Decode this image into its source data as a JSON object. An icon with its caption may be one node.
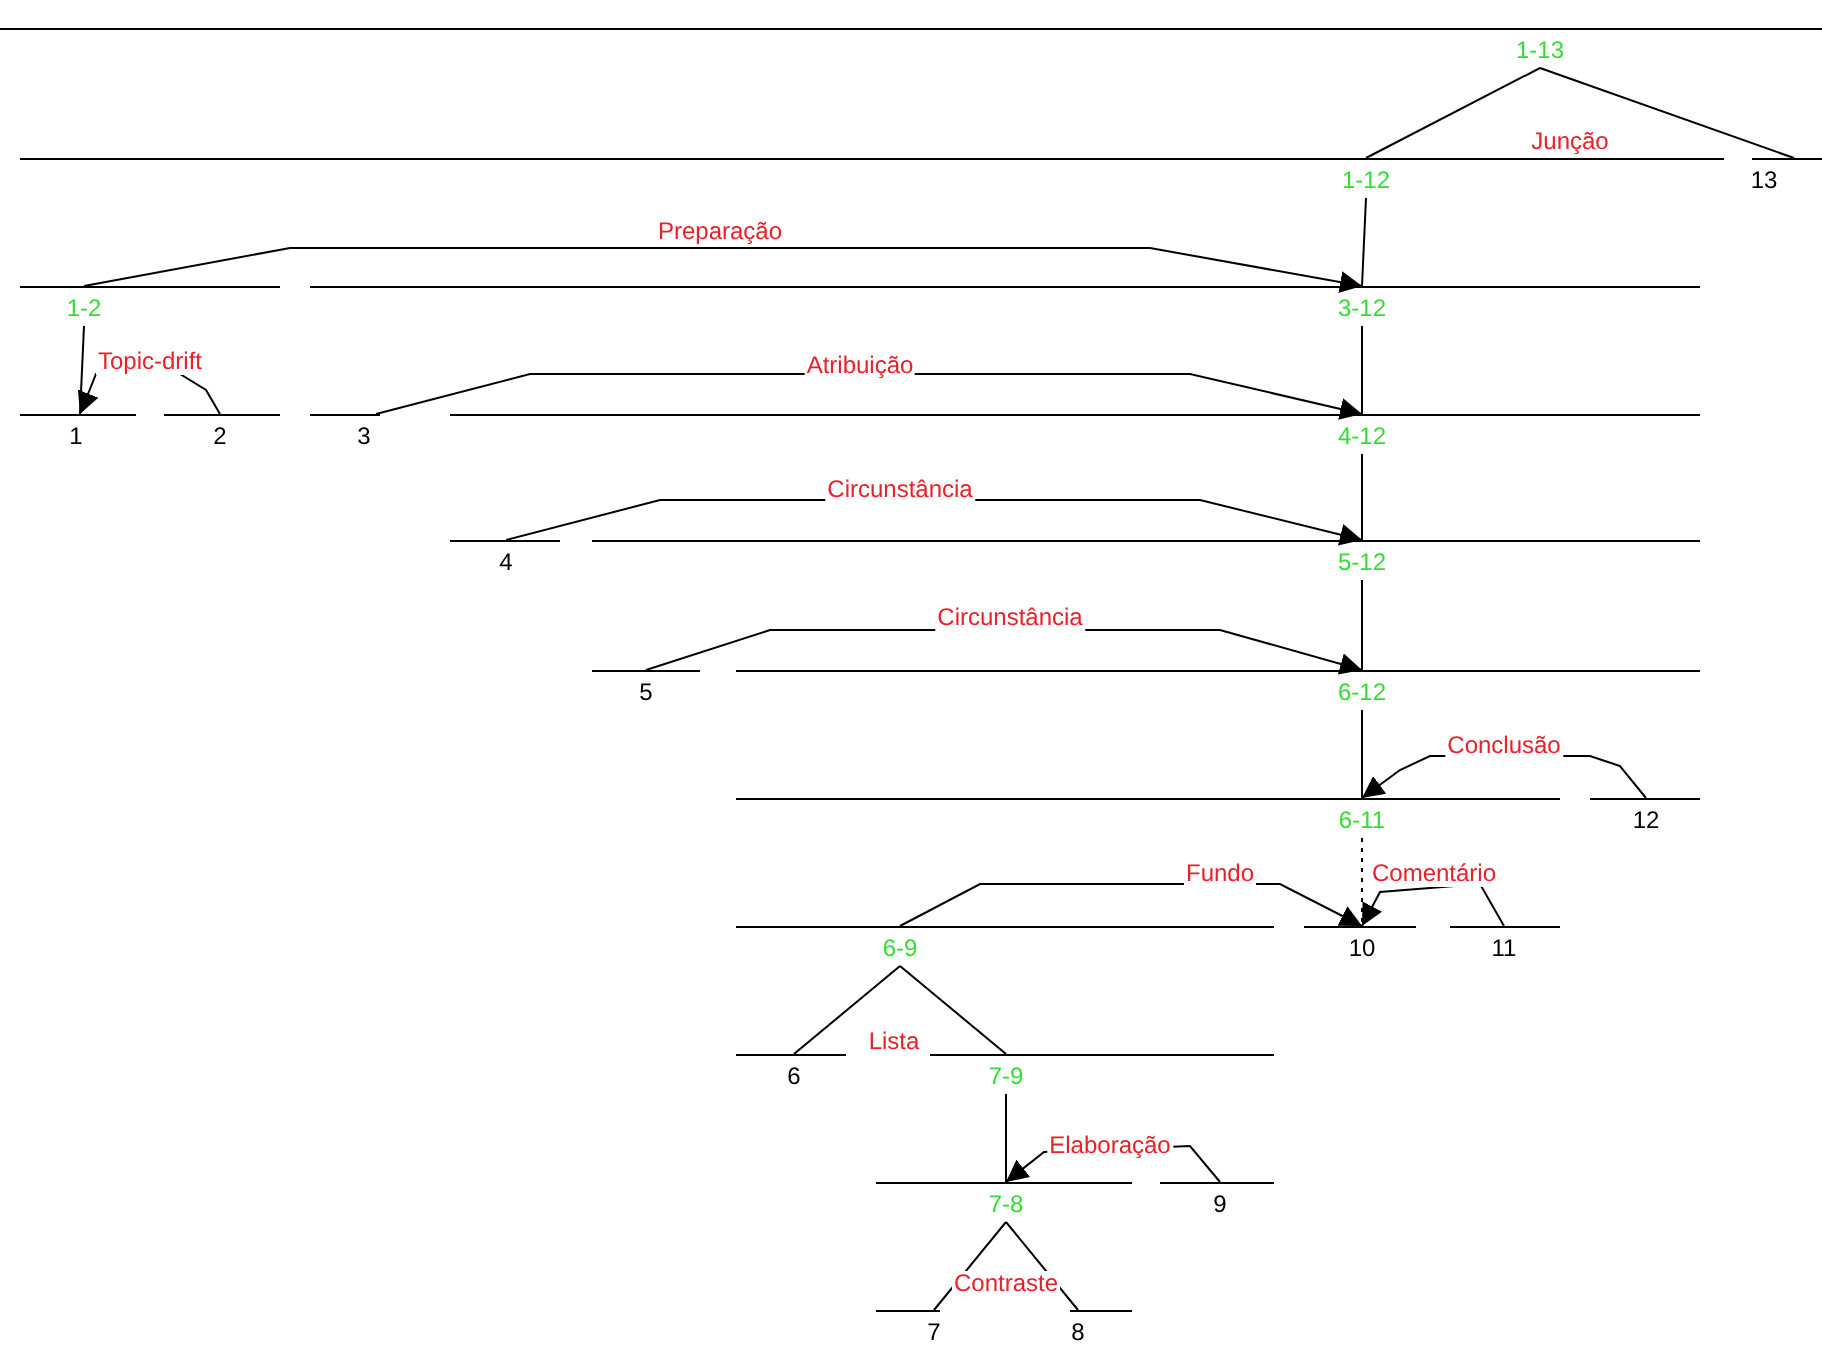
{
  "diagram": {
    "nodes": [
      {
        "text": [
          "1-13"
        ]
      },
      {
        "text": [
          "1-12"
        ]
      },
      {
        "text": [
          "13"
        ]
      },
      {
        "text": [
          "1-2"
        ]
      },
      {
        "text": [
          "3-12"
        ]
      },
      {
        "text": [
          "1"
        ]
      },
      {
        "text": [
          "2"
        ]
      },
      {
        "text": [
          "3"
        ]
      },
      {
        "text": [
          "4-12"
        ]
      },
      {
        "text": [
          "4"
        ]
      },
      {
        "text": [
          "5-12"
        ]
      },
      {
        "text": [
          "5"
        ]
      },
      {
        "text": [
          "6-12"
        ]
      },
      {
        "text": [
          "6-11"
        ]
      },
      {
        "text": [
          "12"
        ]
      },
      {
        "text": [
          "10"
        ]
      },
      {
        "text": [
          "11"
        ]
      },
      {
        "text": [
          "6-9"
        ]
      },
      {
        "text": [
          "6"
        ]
      },
      {
        "text": [
          "7-9"
        ]
      },
      {
        "text": [
          "7-8"
        ]
      },
      {
        "text": [
          "9"
        ]
      },
      {
        "text": [
          "7"
        ]
      },
      {
        "text": [
          "8"
        ]
      }
    ],
    "edges": [
      {
        "from": 0,
        "to": 1,
        "arrow": "none"
      },
      {
        "from": 0,
        "to": 2,
        "arrow": "none",
        "label": "Junção"
      },
      {
        "from": 3,
        "to": 4,
        "arrow": "to",
        "label": "Preparação"
      },
      {
        "from": 1,
        "to": 4,
        "arrow": "none"
      },
      {
        "from": 3,
        "to": 5,
        "arrow": "none"
      },
      {
        "from": 6,
        "to": 5,
        "arrow": "to",
        "label": "Topic-drift"
      },
      {
        "from": 7,
        "to": 8,
        "arrow": "to",
        "label": "Atribuição"
      },
      {
        "from": 4,
        "to": 8,
        "arrow": "none"
      },
      {
        "from": 9,
        "to": 10,
        "arrow": "to",
        "label": "Circunstância"
      },
      {
        "from": 8,
        "to": 10,
        "arrow": "none"
      },
      {
        "from": 11,
        "to": 12,
        "arrow": "to",
        "label": "Circunstância"
      },
      {
        "from": 10,
        "to": 12,
        "arrow": "none"
      },
      {
        "from": 14,
        "to": 13,
        "arrow": "to",
        "label": "Conclusão"
      },
      {
        "from": 12,
        "to": 13,
        "arrow": "none"
      },
      {
        "from": 17,
        "to": 15,
        "arrow": "to",
        "label": "Fundo"
      },
      {
        "from": 13,
        "to": 15,
        "arrow": "none",
        "style": "dashed"
      },
      {
        "from": 16,
        "to": 15,
        "arrow": "to",
        "label": "Comentário"
      },
      {
        "from": 17,
        "to": 18,
        "arrow": "none"
      },
      {
        "from": 17,
        "to": 19,
        "arrow": "none",
        "label": "Lista"
      },
      {
        "from": 21,
        "to": 20,
        "arrow": "to",
        "label": "Elaboração"
      },
      {
        "from": 19,
        "to": 20,
        "arrow": "none"
      },
      {
        "from": 20,
        "to": 22,
        "arrow": "none"
      },
      {
        "from": 20,
        "to": 23,
        "arrow": "none",
        "label": "Contraste"
      }
    ]
  }
}
